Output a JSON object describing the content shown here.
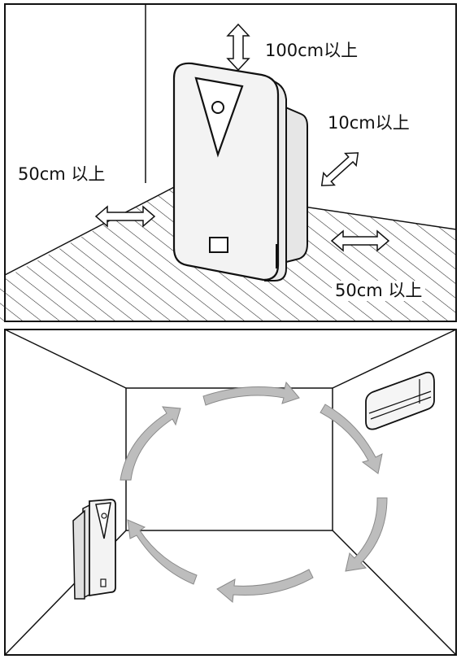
{
  "upper_panel": {
    "clearance_top": "100cm以上",
    "clearance_side": "10cm以上",
    "clearance_left": "50cm 以上",
    "clearance_right": "50cm 以上"
  }
}
